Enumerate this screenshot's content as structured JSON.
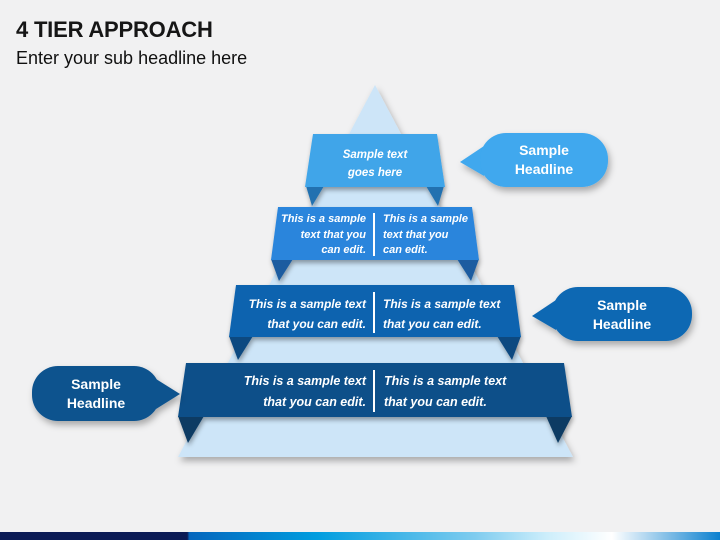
{
  "slide": {
    "title": "4 TIER APPROACH",
    "subtitle": "Enter your sub headline here",
    "background_color": "#f1f1f2"
  },
  "pyramid": {
    "base_color": "#cde5f8",
    "tiers": [
      {
        "name": "tier-1",
        "color": "#3fa5e9",
        "fold_color": "#2471b0",
        "center": [
          "Sample text",
          "goes here"
        ]
      },
      {
        "name": "tier-2",
        "color": "#2a85dc",
        "fold_color": "#1a5ca0",
        "left": [
          "This is a sample",
          "text that you",
          "can edit."
        ],
        "right": [
          "This is a sample",
          "text that you",
          "can edit."
        ]
      },
      {
        "name": "tier-3",
        "color": "#1164af",
        "fold_color": "#0d4a80",
        "left": [
          "This is a sample text",
          "that you can edit."
        ],
        "right": [
          "This is a sample text",
          "that you can edit."
        ]
      },
      {
        "name": "tier-4",
        "color": "#0f4f89",
        "fold_color": "#0a3a63",
        "left": [
          "This is a sample text",
          "that you can edit."
        ],
        "right": [
          "This is a sample text",
          "that you can edit."
        ]
      }
    ]
  },
  "callouts": [
    {
      "name": "callout-top-right",
      "color": "#3fa8ee",
      "lines": [
        "Sample",
        "Headline"
      ]
    },
    {
      "name": "callout-middle-right",
      "color": "#0d68b3",
      "lines": [
        "Sample",
        "Headline"
      ]
    },
    {
      "name": "callout-bottom-left",
      "color": "#11538e",
      "lines": [
        "Sample",
        "Headline"
      ]
    }
  ],
  "accent_bar": {
    "navy": "#0b1a55",
    "blue": "#0566bd",
    "sky": "#009ddf",
    "light": "#cdeefb",
    "white": "#ffffff",
    "right_blue": "#0b80cf"
  }
}
